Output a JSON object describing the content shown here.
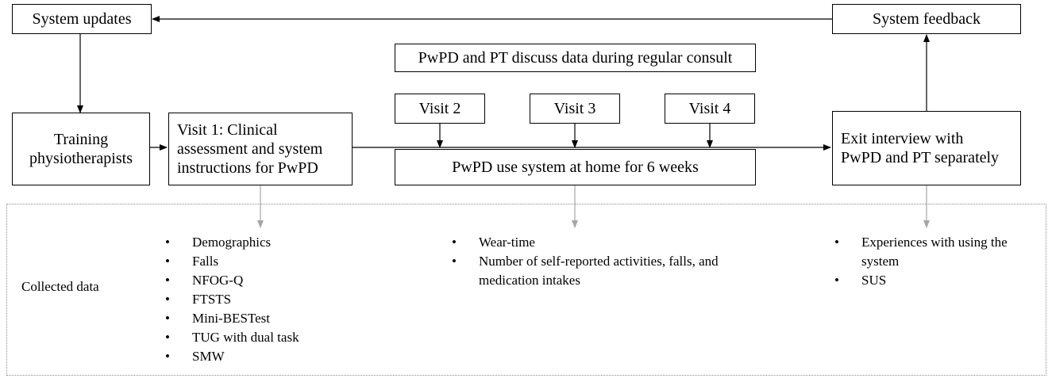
{
  "boxes": {
    "system_updates": "System updates",
    "system_feedback": "System feedback",
    "discuss": "PwPD and PT discuss data during regular consult",
    "training": [
      "Training",
      "physiotherapists"
    ],
    "visit1": [
      "Visit 1: Clinical",
      "assessment and system",
      "instructions for PwPD"
    ],
    "visit2": "Visit 2",
    "visit3": "Visit 3",
    "visit4": "Visit 4",
    "home_use": "PwPD use system at home for 6 weeks",
    "exit": [
      "Exit interview with",
      "PwPD and PT separately"
    ]
  },
  "collected": {
    "label": "Collected data",
    "visit1_items": [
      "Demographics",
      "Falls",
      "NFOG-Q",
      "FTSTS",
      "Mini-BESTest",
      "TUG with dual task",
      "SMW"
    ],
    "home_items": [
      "Wear-time",
      "Number of self-reported activities, falls, and medication intakes"
    ],
    "exit_items": [
      "Experiences with using the system",
      "SUS"
    ]
  },
  "colors": {
    "line": "#000000",
    "data_arrow": "#a6a6a6",
    "panel_border": "#8c8c8c"
  }
}
